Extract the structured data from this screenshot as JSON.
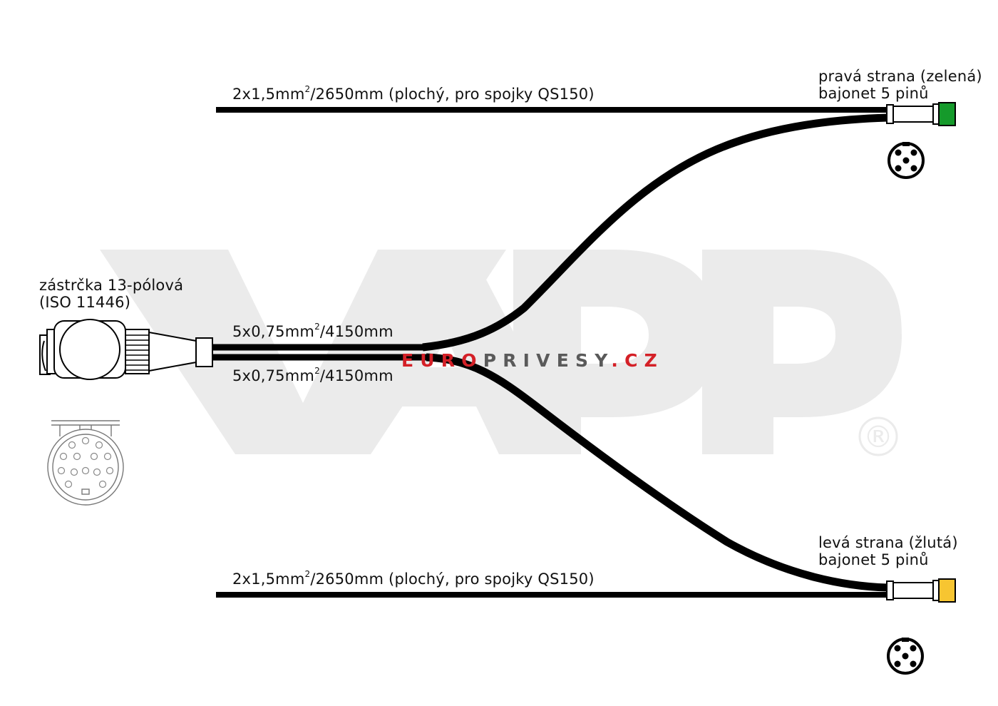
{
  "watermark": {
    "logo_text": "VAPP",
    "registered_mark": "®",
    "site_parts": [
      "EURO",
      "PRIVESY",
      ".",
      "CZ"
    ],
    "colors": {
      "logo": "#ebebeb",
      "red": "#d42027",
      "grey": "#5a5a5a"
    }
  },
  "plug": {
    "title_line1": "zástrčka 13-pólová",
    "title_line2": "(ISO 11446)"
  },
  "cables": {
    "main_upper": {
      "mm2_prefix": "5x0,75mm",
      "exponent": "2",
      "length": "/4150mm"
    },
    "main_lower": {
      "mm2_prefix": "5x0,75mm",
      "exponent": "2",
      "length": "/4150mm"
    },
    "flat_top": {
      "mm2_prefix": "2x1,5mm",
      "exponent": "2",
      "length": "/2650mm (plochý, pro spojky QS150)"
    },
    "flat_bottom": {
      "mm2_prefix": "2x1,5mm",
      "exponent": "2",
      "length": "/2650mm (plochý, pro spojky QS150)"
    }
  },
  "connectors": {
    "right": {
      "side": "pravá  strana (zelená)",
      "type": "bajonet 5 pinů",
      "color": "#159a2b"
    },
    "left": {
      "side": "levá  strana (žlutá)",
      "type": "bajonet 5 pinů",
      "color": "#f7c531"
    }
  }
}
